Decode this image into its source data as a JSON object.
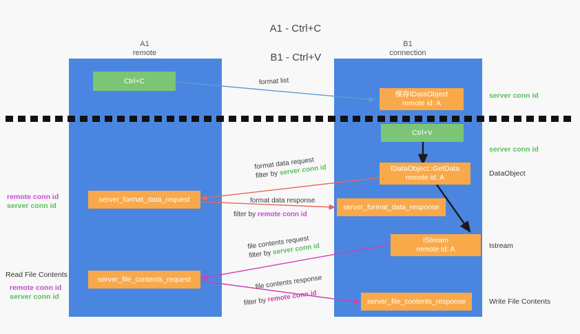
{
  "title": {
    "line1": "A1 - Ctrl+C",
    "line2": "B1 - Ctrl+V"
  },
  "columns": [
    {
      "name": "A1",
      "subtitle": "remote"
    },
    {
      "name": "B1",
      "subtitle": "connection"
    }
  ],
  "colors": {
    "lane": "#4a86e0",
    "green_box": "#7cc576",
    "orange_box": "#f9a94a",
    "server_conn_id": "#5bbd5b",
    "remote_conn_id": "#c050d0",
    "arrow_blue": "#5b9bd5",
    "arrow_red": "#e8685a",
    "arrow_magenta": "#d13fb0",
    "arrow_black": "#1a1a1a",
    "background": "#f8f8f8"
  },
  "boxes": {
    "ctrl_c": {
      "label": "Ctrl+C"
    },
    "idataobject": {
      "line1": "保存IDataObject",
      "line2": "remote id: A"
    },
    "ctrl_v": {
      "label": "Ctrl+V"
    },
    "getdata": {
      "line1": "IDataObject::GetData",
      "line2": "remote id: A"
    },
    "format_data_request": {
      "label": "server_format_data_request"
    },
    "format_data_response": {
      "label": "server_format_data_response"
    },
    "istream": {
      "line1": "IStream",
      "line2": "remote id: A"
    },
    "file_contents_request": {
      "label": "server_file_contents_request"
    },
    "file_contents_response": {
      "label": "server_file_contents_response"
    }
  },
  "captions": {
    "format_list": "format list",
    "format_data_request": {
      "line1": "format data request",
      "line2_prefix": "filter by ",
      "line2_value": "server conn id"
    },
    "format_data_response": {
      "line1": "format data response",
      "line2_prefix": "filter by ",
      "line2_value": "remote conn id"
    },
    "file_contents_request": {
      "line1": "file contents request",
      "line2_prefix": "filter by ",
      "line2_value": "server conn id"
    },
    "file_contents_response": {
      "line1": "file contents response",
      "line2_prefix": "filter by ",
      "line2_value": "remote conn id"
    }
  },
  "right_labels": {
    "server_conn_id_top": "server conn id",
    "server_conn_id_mid": "server conn id",
    "dataobject": "DataObject",
    "istream": "Istream",
    "write_file_contents": "Write File Contents"
  },
  "left_labels": {
    "remote_conn_id_top": "remote conn id",
    "server_conn_id_top": "server conn id",
    "read_file_contents": "Read File Contents",
    "remote_conn_id_bottom": "remote conn id",
    "server_conn_id_bottom": "server conn id"
  }
}
